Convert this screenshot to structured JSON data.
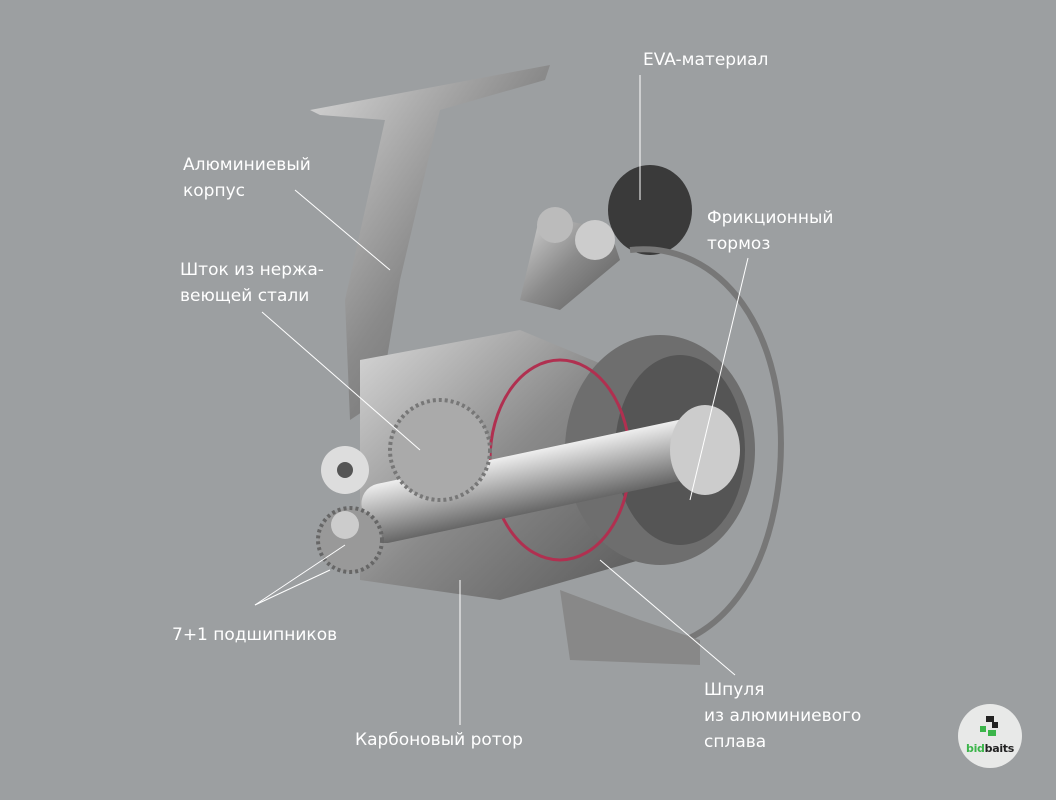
{
  "labels": {
    "eva": "EVA-материал",
    "body": [
      "Алюминиевый",
      "корпус"
    ],
    "drag": [
      "Фрикционный",
      "тормоз"
    ],
    "shaft": [
      "Шток из нержа-",
      "веющей стали"
    ],
    "bearings": "7+1 подшипников",
    "rotor": "Карбоновый ротор",
    "spool": [
      "Шпуля",
      "из алюминиевого",
      "сплава"
    ]
  },
  "logo": {
    "part1": "bid",
    "part2": "baits"
  },
  "colors": {
    "background": "#9c9fa1",
    "text": "#ffffff",
    "logo_green": "#3bb54a"
  }
}
